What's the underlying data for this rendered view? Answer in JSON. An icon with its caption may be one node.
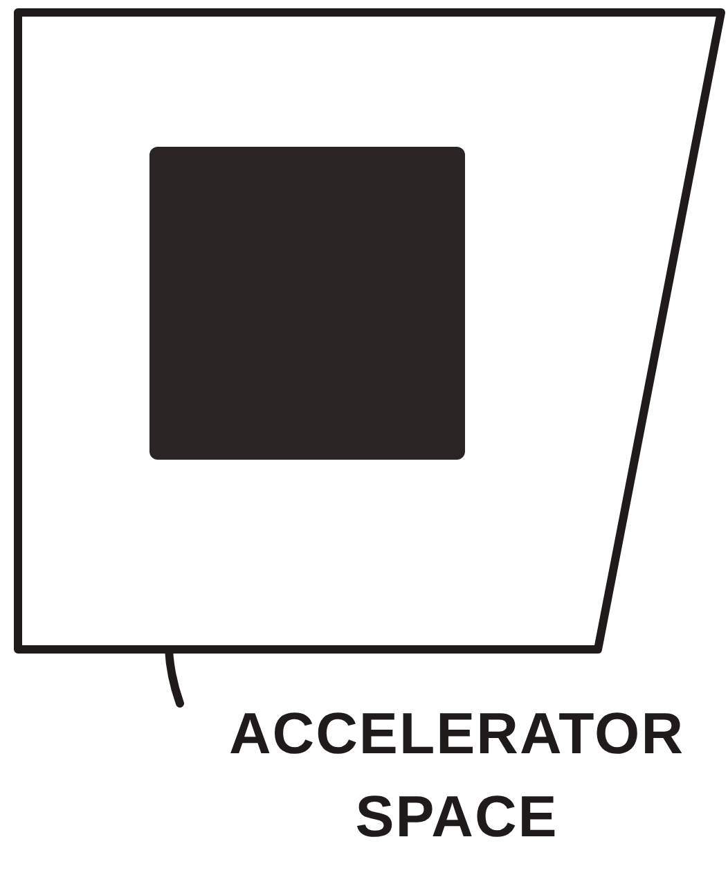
{
  "diagram": {
    "nodes": [
      {
        "text": [],
        "shape": "box"
      },
      {
        "text": [],
        "shape": "box",
        "in": 0
      },
      {
        "text": [
          "ACCELERATOR SPACE"
        ]
      }
    ],
    "edges": [
      {
        "from": 2,
        "to": 0,
        "arrow": "none"
      }
    ]
  }
}
